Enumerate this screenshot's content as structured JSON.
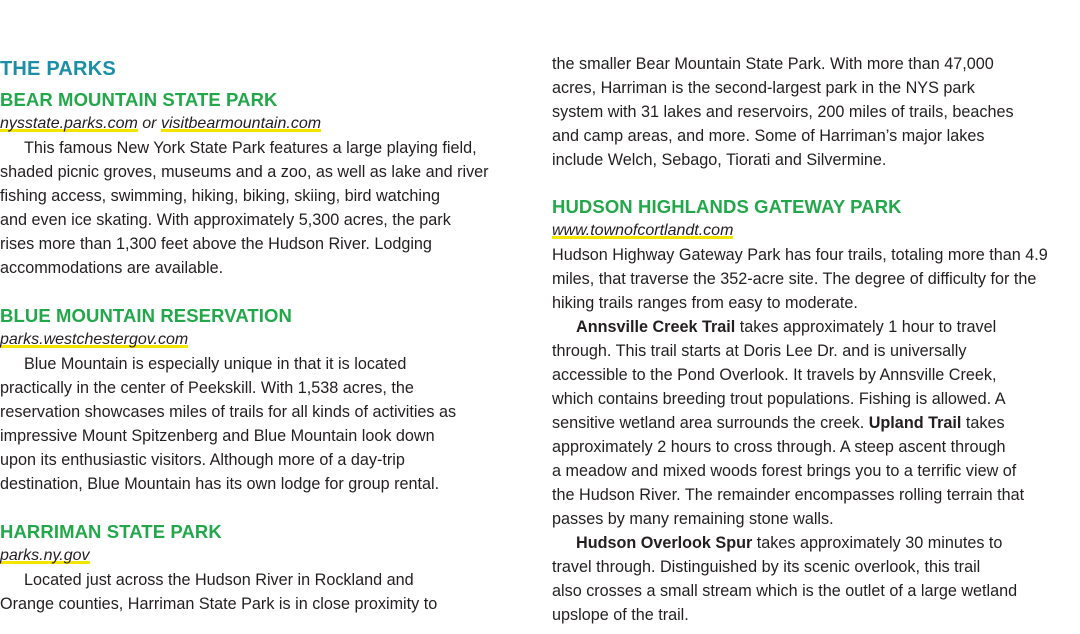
{
  "section_title": "THE PARKS",
  "parks": [
    {
      "name": "BEAR MOUNTAIN STATE PARK",
      "url1": "nysstate.parks.com",
      "url_sep": "or",
      "url2": "visitbearmountain.com",
      "body": "This famous New York State Park features a large playing field,\nshaded picnic groves, museums and a zoo, as well as lake and river\nfishing access, swimming, hiking, biking, skiing, bird watching\nand even ice skating. With approximately 5,300 acres, the park\nrises more than 1,300 feet above the Hudson River. Lodging\naccommodations are available."
    },
    {
      "name": "BLUE MOUNTAIN RESERVATION",
      "url1": "parks.westchestergov.com",
      "body": "Blue Mountain is especially unique in that it is located\npractically in the center of Peekskill. With 1,538 acres, the\nreservation showcases miles of trails for all kinds of activities as\nimpressive Mount Spitzenberg and Blue Mountain look down\nupon its enthusiastic visitors. Although more of a day-trip\ndestination, Blue Mountain has its own lodge for group rental."
    },
    {
      "name": "HARRIMAN STATE PARK",
      "url1": "parks.ny.gov",
      "body": "Located just across the Hudson River in Rockland and\nOrange counties, Harriman State Park is in close proximity to",
      "body_cont": "the smaller Bear Mountain State Park. With more than 47,000\nacres, Harriman is the second-largest park in the NYS park\nsystem with 31 lakes and reservoirs, 200 miles of trails, beaches\nand camp areas, and more. Some of Harriman’s major lakes\ninclude Welch, Sebago, Tiorati and Silvermine."
    },
    {
      "name": "HUDSON HIGHLANDS GATEWAY PARK",
      "url1": "www.townofcortlandt.com",
      "intro": "Hudson Highway Gateway Park has four trails, totaling more than 4.9\nmiles, that traverse the 352-acre site. The degree of difficulty for the\nhiking trails ranges from easy to moderate.",
      "trail1_name": "Annsville Creek Trail",
      "trail1_text": " takes approximately 1 hour to travel\nthrough. This trail starts at Doris Lee Dr. and is universally\naccessible to the Pond Overlook. It travels by Annsville Creek,\nwhich contains breeding trout populations. Fishing is allowed. A\nsensitive wetland area surrounds the creek. ",
      "trail2_name": "Upland Trail",
      "trail2_text": " takes\napproximately 2 hours to cross through. A steep ascent through\na meadow and mixed woods forest brings you to a terrific view of\nthe Hudson River. The remainder encompasses rolling terrain that\npasses by many remaining stone walls.",
      "trail3_name": "Hudson Overlook Spur",
      "trail3_text": " takes approximately 30 minutes to\ntravel through. Distinguished by its scenic overlook, this trail\nalso crosses a small stream which is the outlet of a large wetland\nupslope of the trail."
    }
  ],
  "colors": {
    "section_title": "#1a8fa6",
    "park_heading": "#22a84a",
    "url_highlight": "#f2e600",
    "text": "#231f20"
  }
}
